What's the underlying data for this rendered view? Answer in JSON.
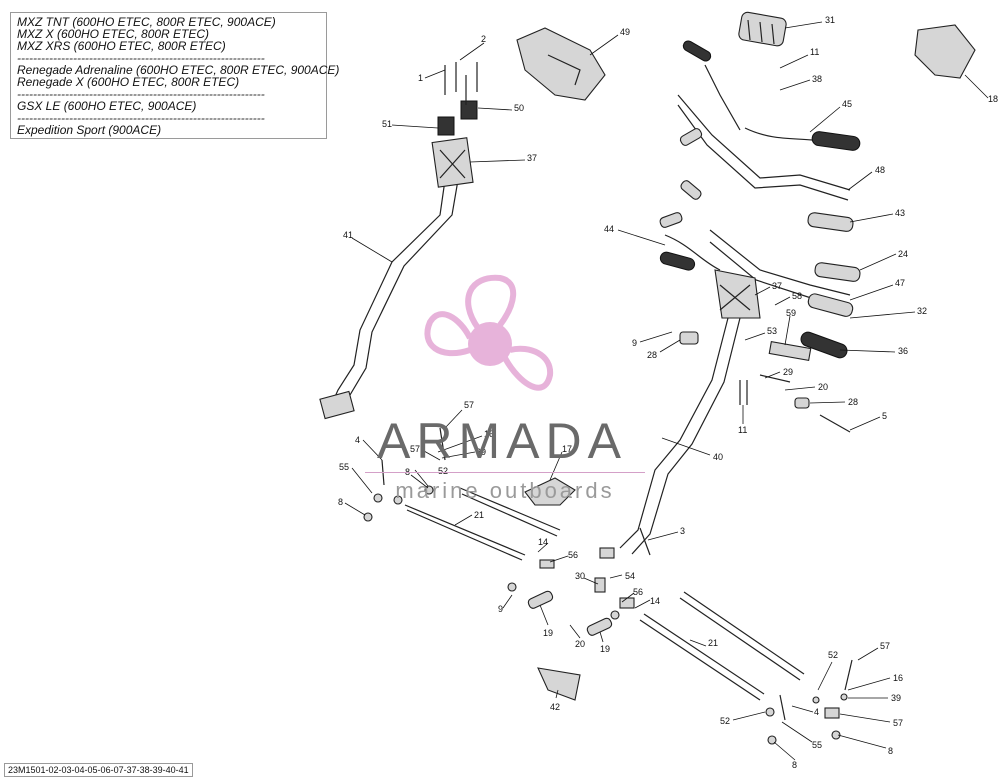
{
  "models": [
    "MXZ TNT (600HO ETEC, 800R ETEC, 900ACE)",
    "MXZ X (600HO ETEC, 800R ETEC)",
    "MXZ XRS (600HO ETEC, 800R ETEC)",
    "Renegade Adrenaline (600HO ETEC, 800R ETEC, 900ACE)",
    "Renegade X (600HO ETEC, 800R ETEC)",
    "GSX LE (600HO ETEC, 900ACE)",
    "Expedition Sport (900ACE)"
  ],
  "separator": "--------------------------------------------------------------",
  "watermark": {
    "brand": "ARMADA",
    "tagline": "marine outboards",
    "color": "#e0a0d0"
  },
  "footer_code": "23M1501-02-03-04-05-06-07-37-38-39-40-41",
  "callouts": [
    {
      "label": "1"
    },
    {
      "label": "2"
    },
    {
      "label": "49"
    },
    {
      "label": "31"
    },
    {
      "label": "11"
    },
    {
      "label": "38"
    },
    {
      "label": "18"
    },
    {
      "label": "50"
    },
    {
      "label": "51"
    },
    {
      "label": "37"
    },
    {
      "label": "45"
    },
    {
      "label": "48"
    },
    {
      "label": "41"
    },
    {
      "label": "43"
    },
    {
      "label": "44"
    },
    {
      "label": "24"
    },
    {
      "label": "37"
    },
    {
      "label": "47"
    },
    {
      "label": "58"
    },
    {
      "label": "32"
    },
    {
      "label": "59"
    },
    {
      "label": "9"
    },
    {
      "label": "28"
    },
    {
      "label": "53"
    },
    {
      "label": "36"
    },
    {
      "label": "29"
    },
    {
      "label": "20"
    },
    {
      "label": "28"
    },
    {
      "label": "11"
    },
    {
      "label": "5"
    },
    {
      "label": "57"
    },
    {
      "label": "16"
    },
    {
      "label": "4"
    },
    {
      "label": "57"
    },
    {
      "label": "39"
    },
    {
      "label": "40"
    },
    {
      "label": "55"
    },
    {
      "label": "8"
    },
    {
      "label": "52"
    },
    {
      "label": "17"
    },
    {
      "label": "8"
    },
    {
      "label": "21"
    },
    {
      "label": "3"
    },
    {
      "label": "14"
    },
    {
      "label": "56"
    },
    {
      "label": "30"
    },
    {
      "label": "54"
    },
    {
      "label": "9"
    },
    {
      "label": "56"
    },
    {
      "label": "14"
    },
    {
      "label": "19"
    },
    {
      "label": "20"
    },
    {
      "label": "19"
    },
    {
      "label": "21"
    },
    {
      "label": "57"
    },
    {
      "label": "52"
    },
    {
      "label": "16"
    },
    {
      "label": "42"
    },
    {
      "label": "39"
    },
    {
      "label": "4"
    },
    {
      "label": "52"
    },
    {
      "label": "57"
    },
    {
      "label": "55"
    },
    {
      "label": "8"
    },
    {
      "label": "8"
    }
  ]
}
